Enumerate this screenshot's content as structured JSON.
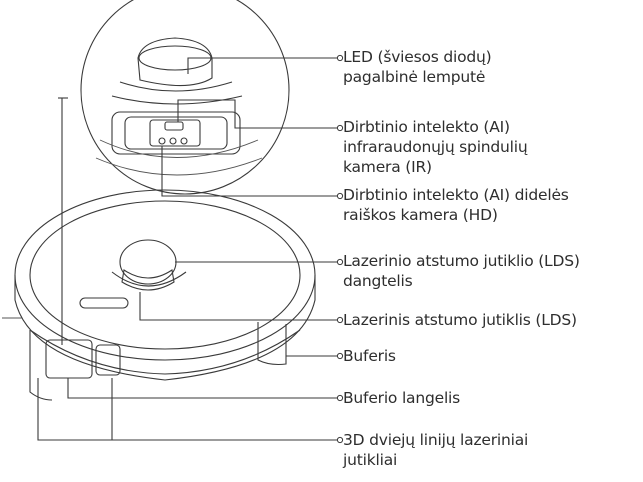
{
  "labels": [
    {
      "id": "led",
      "lines": [
        "LED (šviesos diodų)",
        "pagalbinė lemputė"
      ]
    },
    {
      "id": "ir",
      "lines": [
        "Dirbtinio intelekto (AI)",
        "infraraudonųjų spindulių",
        "kamera (IR)"
      ]
    },
    {
      "id": "hd",
      "lines": [
        "Dirbtinio intelekto (AI) didelės",
        "raiškos kamera (HD)"
      ]
    },
    {
      "id": "lds-cover",
      "lines": [
        "Lazerinio atstumo jutiklio (LDS)",
        "dangtelis"
      ]
    },
    {
      "id": "lds",
      "lines": [
        "Lazerinis atstumo jutiklis (LDS)"
      ]
    },
    {
      "id": "bumper",
      "lines": [
        "Buferis"
      ]
    },
    {
      "id": "bumper-window",
      "lines": [
        "Buferio langelis"
      ]
    },
    {
      "id": "3d-sensors",
      "lines": [
        "3D dviejų linijų lazeriniai",
        "jutikliai"
      ]
    }
  ]
}
